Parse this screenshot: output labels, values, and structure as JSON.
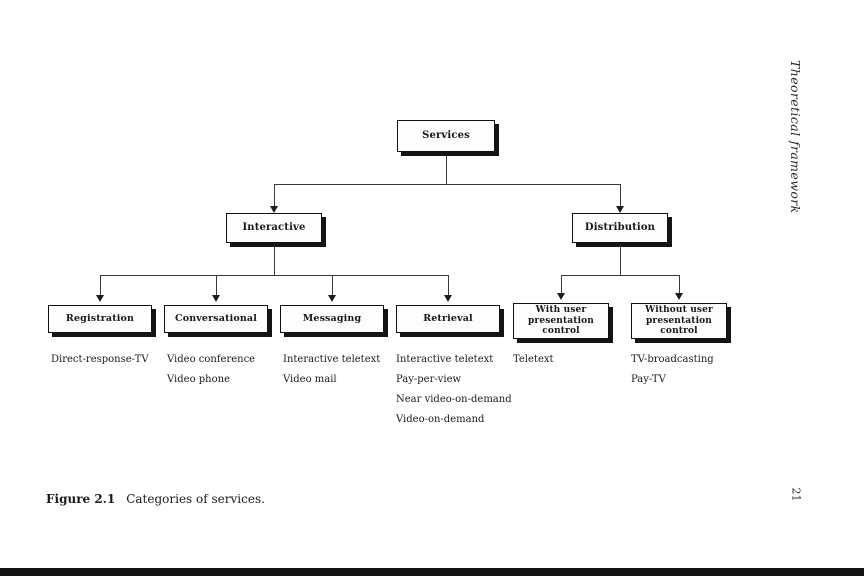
{
  "page": {
    "running_head": "Theoretical framework",
    "folio": "21"
  },
  "caption": {
    "number": "Figure 2.1",
    "text": "Categories of services."
  },
  "chart_data": {
    "type": "diagram",
    "title": "Categories of services",
    "root": "Services",
    "nodes": [
      {
        "id": "services",
        "label": "Services",
        "level": 1
      },
      {
        "id": "interactive",
        "label": "Interactive",
        "level": 2,
        "parent": "services"
      },
      {
        "id": "distribution",
        "label": "Distribution",
        "level": 2,
        "parent": "services"
      },
      {
        "id": "registration",
        "label": "Registration",
        "level": 3,
        "parent": "interactive"
      },
      {
        "id": "conversational",
        "label": "Conversational",
        "level": 3,
        "parent": "interactive"
      },
      {
        "id": "messaging",
        "label": "Messaging",
        "level": 3,
        "parent": "interactive"
      },
      {
        "id": "retrieval",
        "label": "Retrieval",
        "level": 3,
        "parent": "interactive"
      },
      {
        "id": "with-user-control",
        "label": "With user presentation control",
        "level": 3,
        "parent": "distribution"
      },
      {
        "id": "without-user-control",
        "label": "Without user presentation control",
        "level": 3,
        "parent": "distribution"
      }
    ],
    "leaves": [
      {
        "parent": "registration",
        "items": [
          "Direct-response-TV"
        ]
      },
      {
        "parent": "conversational",
        "items": [
          "Video conference",
          "Video phone"
        ]
      },
      {
        "parent": "messaging",
        "items": [
          "Interactive teletext",
          "Video mail"
        ]
      },
      {
        "parent": "retrieval",
        "items": [
          "Interactive teletext",
          "Pay-per-view",
          "Near video-on-demand",
          "Video-on-demand"
        ]
      },
      {
        "parent": "with-user-control",
        "items": [
          "Teletext"
        ]
      },
      {
        "parent": "without-user-control",
        "items": [
          "TV-broadcasting",
          "Pay-TV"
        ]
      }
    ]
  },
  "diagram": {
    "level1": {
      "services": "Services"
    },
    "level2": {
      "interactive": "Interactive",
      "distribution": "Distribution"
    },
    "level3": {
      "registration": "Registration",
      "conversational": "Conversational",
      "messaging": "Messaging",
      "retrieval": "Retrieval",
      "with_user_l1": "With user",
      "with_user_l2": "presentation",
      "with_user_l3": "control",
      "without_user_l1": "Without user",
      "without_user_l2": "presentation",
      "without_user_l3": "control"
    },
    "leaf_columns": {
      "registration": {
        "i0": "Direct-response-TV"
      },
      "conversational": {
        "i0": "Video conference",
        "i1": "Video phone"
      },
      "messaging": {
        "i0": "Interactive teletext",
        "i1": "Video mail"
      },
      "retrieval": {
        "i0": "Interactive teletext",
        "i1": "Pay-per-view",
        "i2": "Near video-on-demand",
        "i3": "Video-on-demand"
      },
      "with_user": {
        "i0": "Teletext"
      },
      "without_user": {
        "i0": "TV-broadcasting",
        "i1": "Pay-TV"
      }
    }
  }
}
